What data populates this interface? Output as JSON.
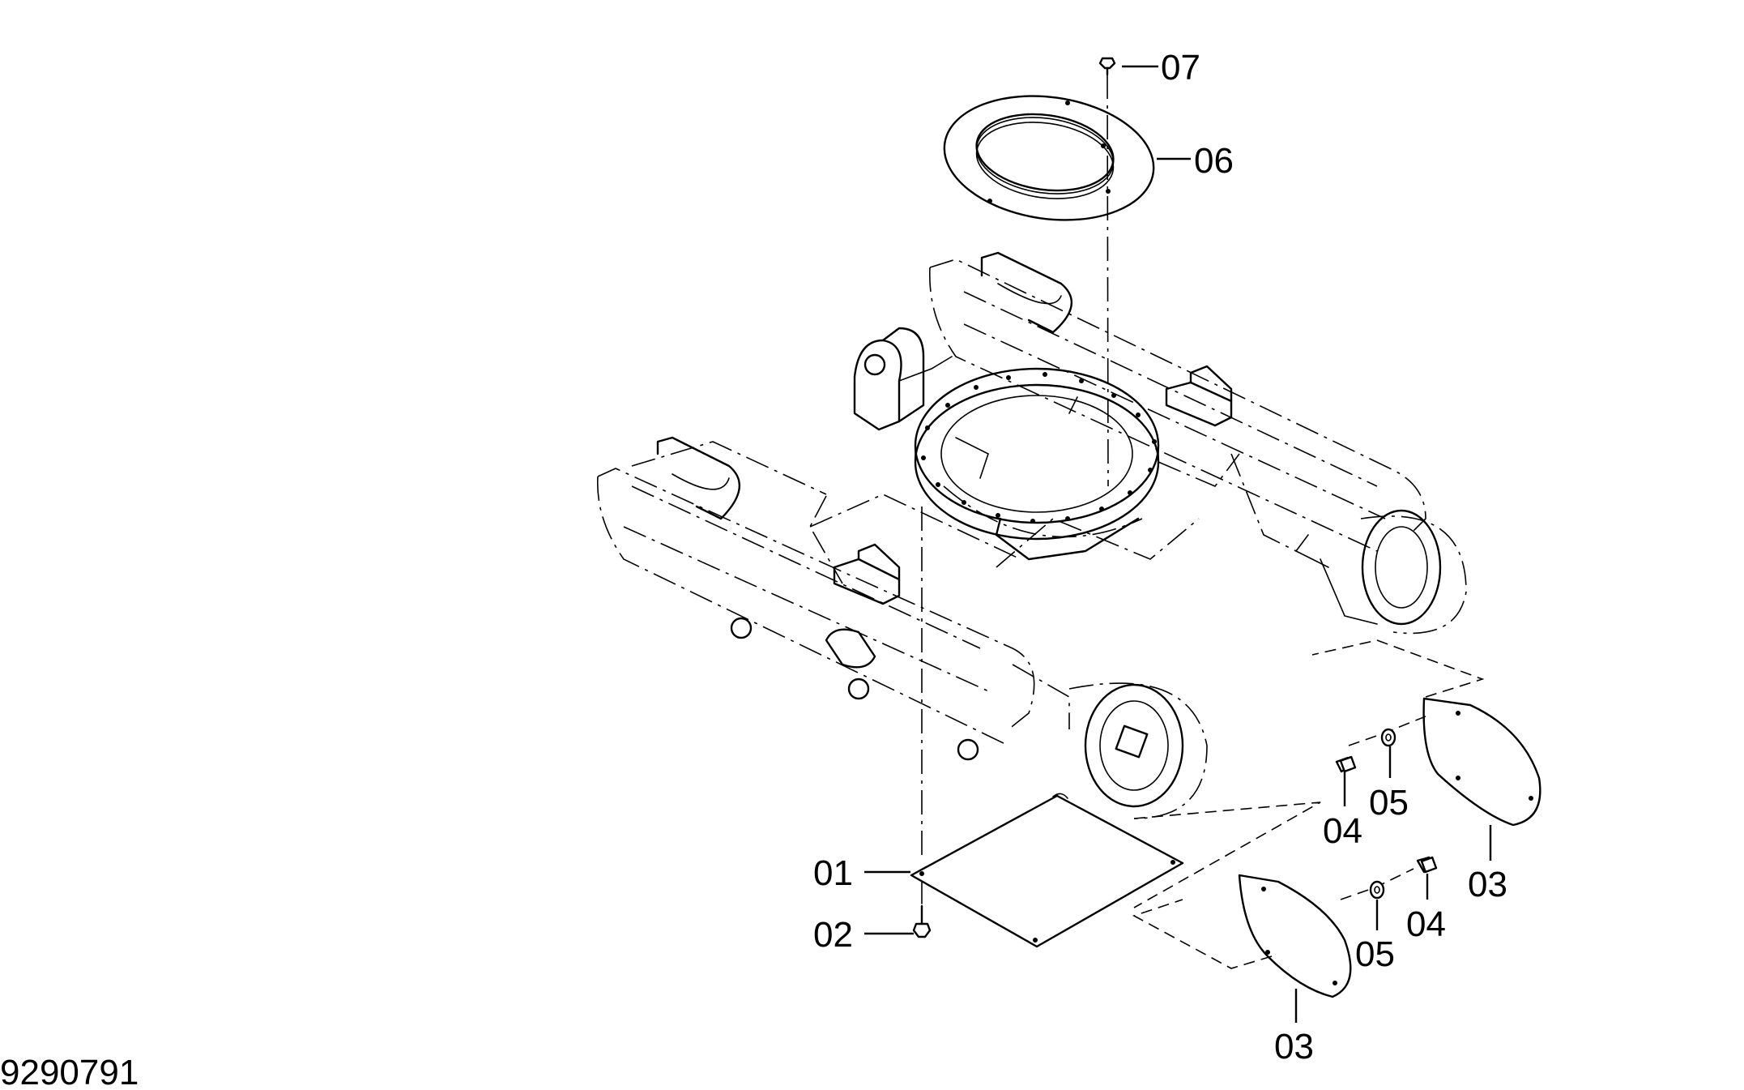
{
  "drawing_number": "9290791",
  "callouts": {
    "part_01": "01",
    "part_02": "02",
    "part_03_right": "03",
    "part_03_lower": "03",
    "part_04_upper": "04",
    "part_04_lower": "04",
    "part_05_upper": "05",
    "part_05_lower": "05",
    "part_06": "06",
    "part_07": "07"
  },
  "colors": {
    "line": "#000000",
    "background": "#ffffff"
  }
}
